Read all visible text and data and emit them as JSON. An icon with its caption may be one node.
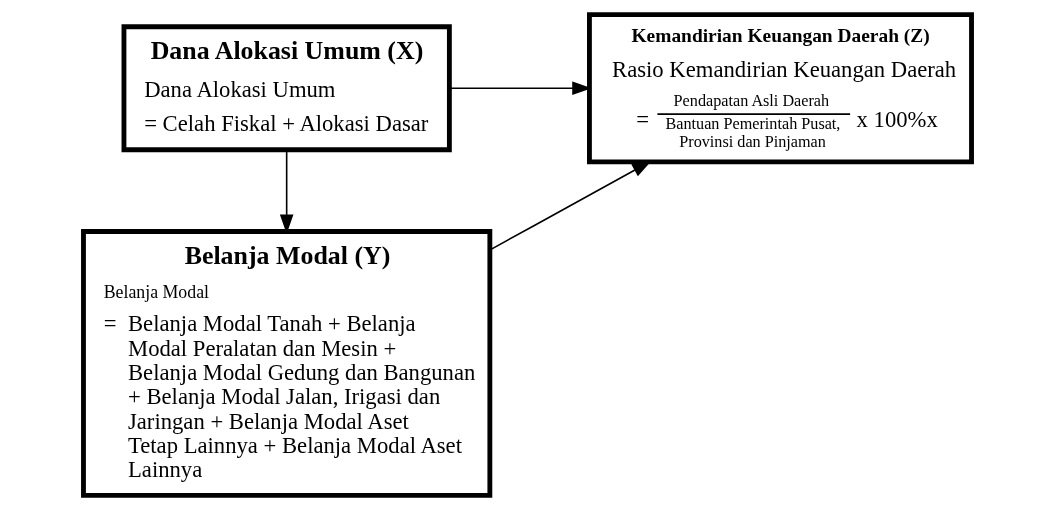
{
  "diagram": {
    "nodes": [
      {
        "text": [
          "Dana Alokasi Umum (X)",
          "Dana Alokasi Umum",
          "= Celah Fiskal + Alokasi Dasar"
        ]
      },
      {
        "text": [
          "Kemandirian Keuangan Daerah (Z)",
          "Rasio Kemandirian Keuangan Daerah",
          "=",
          "Pendapatan Asli Daerah",
          "Bantuan Pemerintah Pusat, Provinsi dan Pinjaman",
          "x 100%x"
        ]
      },
      {
        "text": [
          "Belanja Modal (Y)",
          "Belanja Modal",
          "=",
          "Belanja Modal Tanah + Belanja Modal Peralatan dan Mesin + Belanja Modal Gedung dan Bangunan + Belanja Modal Jalan, Irigasi dan Jaringan + Belanja Modal Aset Tetap Lainnya + Belanja Modal Aset Lainnya"
        ]
      }
    ],
    "edges": [
      {
        "from": 0,
        "to": 1,
        "arrow": "to"
      },
      {
        "from": 0,
        "to": 2,
        "arrow": "to"
      },
      {
        "from": 2,
        "to": 1,
        "arrow": "to"
      }
    ]
  }
}
